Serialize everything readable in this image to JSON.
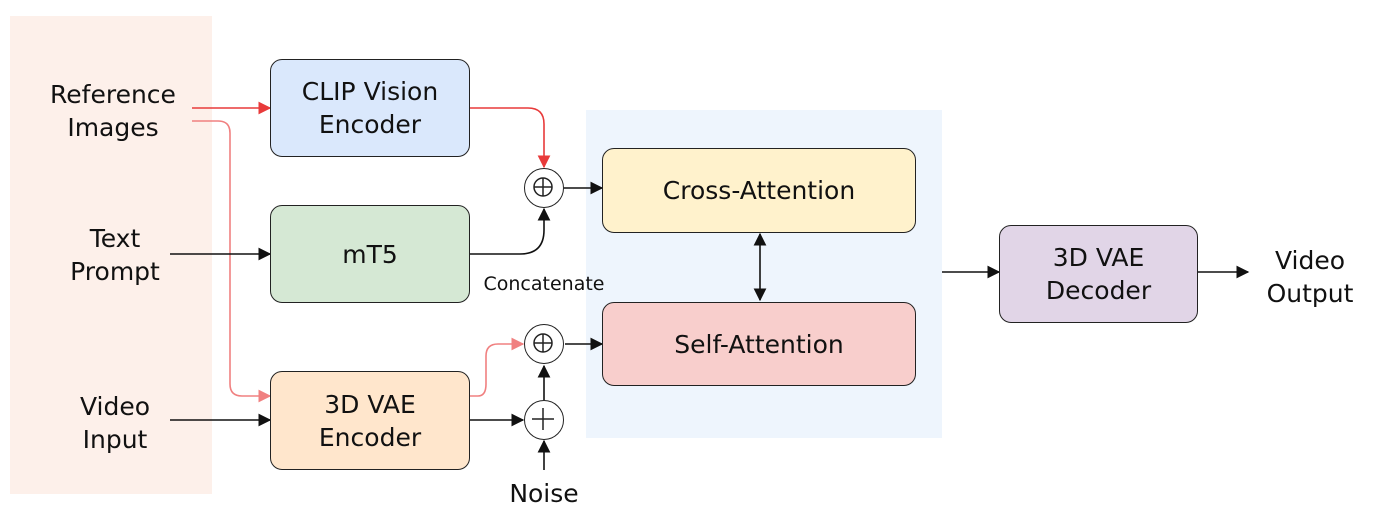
{
  "inputs": {
    "reference_images": "Reference\nImages",
    "text_prompt": "Text\nPrompt",
    "video_input": "Video\nInput",
    "noise": "Noise"
  },
  "modules": {
    "clip_encoder": "CLIP Vision\nEncoder",
    "mt5": "mT5",
    "vae_encoder": "3D VAE\nEncoder",
    "cross_attention": "Cross-Attention",
    "self_attention": "Self-Attention",
    "vae_decoder": "3D VAE\nDecoder"
  },
  "annotations": {
    "concatenate": "Concatenate"
  },
  "outputs": {
    "video_output": "Video\nOutput"
  },
  "colors": {
    "clip_fill": "#dae8fc",
    "mt5_fill": "#d5e8d4",
    "vae_encoder_fill": "#ffe6cc",
    "cross_attention_fill": "#fff2cc",
    "self_attention_fill": "#f8cecc",
    "vae_decoder_fill": "#e1d5e7",
    "reference_path": "#e83a3a",
    "reference_path_faded": "#f08080",
    "default_path": "#111111"
  }
}
